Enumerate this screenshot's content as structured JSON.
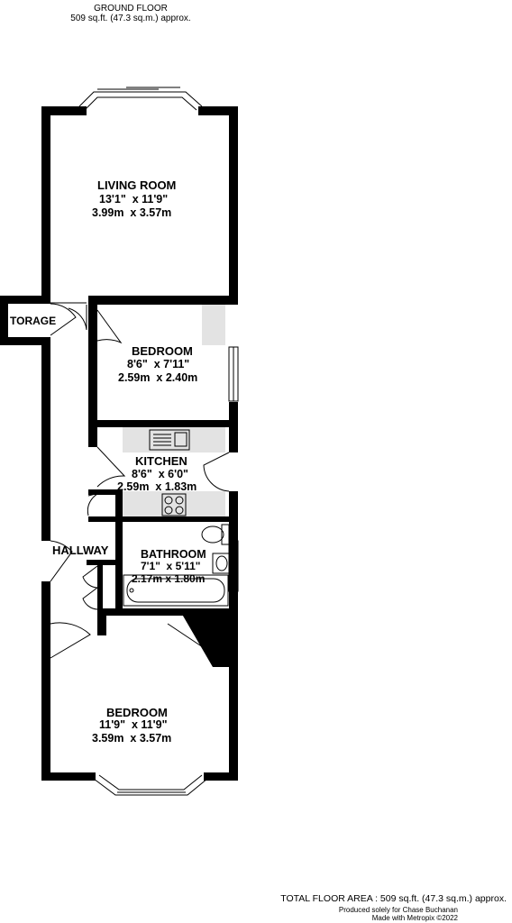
{
  "header": {
    "floor": "GROUND FLOOR",
    "area": "509 sq.ft. (47.3 sq.m.) approx."
  },
  "rooms": {
    "living": {
      "name": "LIVING ROOM",
      "imperial": "13'1\"  x 11'9\"",
      "metric": "3.99m  x 3.57m"
    },
    "storage": {
      "name": "TORAGE"
    },
    "bedroom1": {
      "name": "BEDROOM",
      "imperial": "8'6\"  x 7'11\"",
      "metric": "2.59m  x 2.40m"
    },
    "kitchen": {
      "name": "KITCHEN",
      "imperial": "8'6\"  x 6'0\"",
      "metric": "2.59m  x 1.83m"
    },
    "hallway": {
      "name": "HALLWAY"
    },
    "bathroom": {
      "name": "BATHROOM",
      "imperial": "7'1\"  x 5'11\"",
      "metric": "2.17m x 1.80m"
    },
    "bedroom2": {
      "name": "BEDROOM",
      "imperial": "11'9\"  x 11'9\"",
      "metric": "3.59m  x 3.57m"
    }
  },
  "footer": {
    "total": "TOTAL FLOOR AREA : 509 sq.ft. (47.3 sq.m.) approx.",
    "produced": "Produced solely for Chase Buchanan",
    "made": "Made with Metropix ©2022"
  }
}
